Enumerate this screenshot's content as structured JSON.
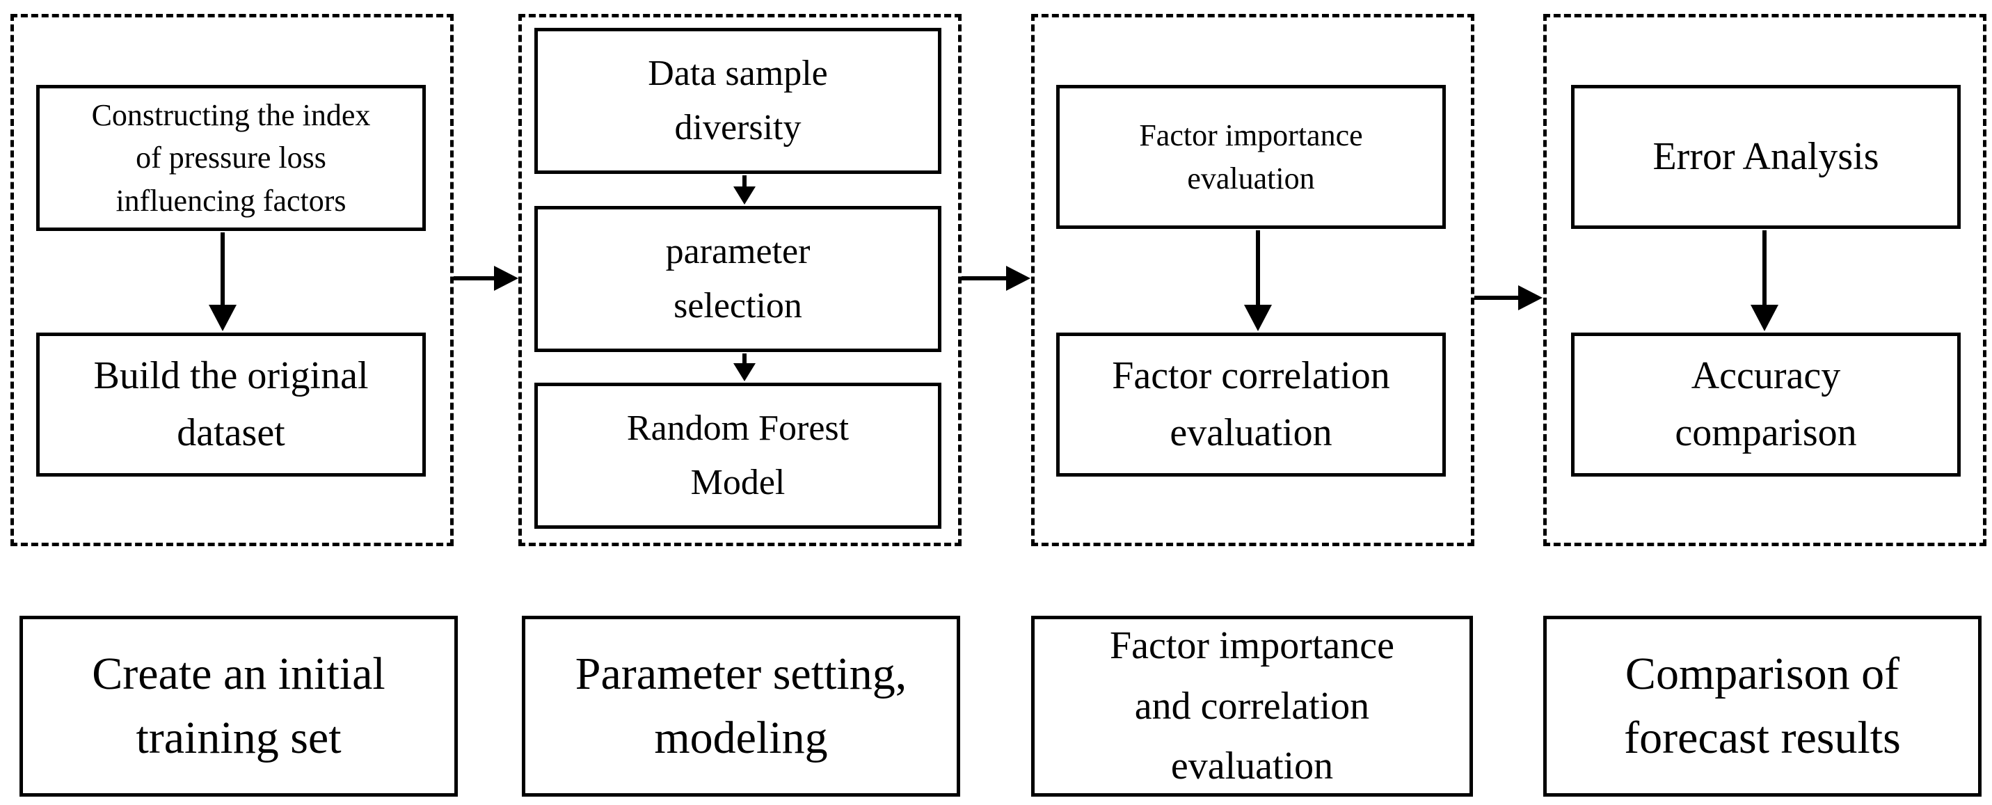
{
  "stages": [
    {
      "steps": [
        "Constructing the index\nof pressure loss\ninfluencing factors",
        "Build the original\ndataset"
      ],
      "caption": "Create an initial\ntraining set"
    },
    {
      "steps": [
        "Data sample\ndiversity",
        "parameter\nselection",
        "Random Forest\nModel"
      ],
      "caption": "Parameter setting,\nmodeling"
    },
    {
      "steps": [
        "Factor importance\nevaluation",
        "Factor correlation\nevaluation"
      ],
      "caption": "Factor importance\nand correlation\nevaluation"
    },
    {
      "steps": [
        "Error Analysis",
        "Accuracy\ncomparison"
      ],
      "caption": "Comparison of\nforecast results"
    }
  ]
}
